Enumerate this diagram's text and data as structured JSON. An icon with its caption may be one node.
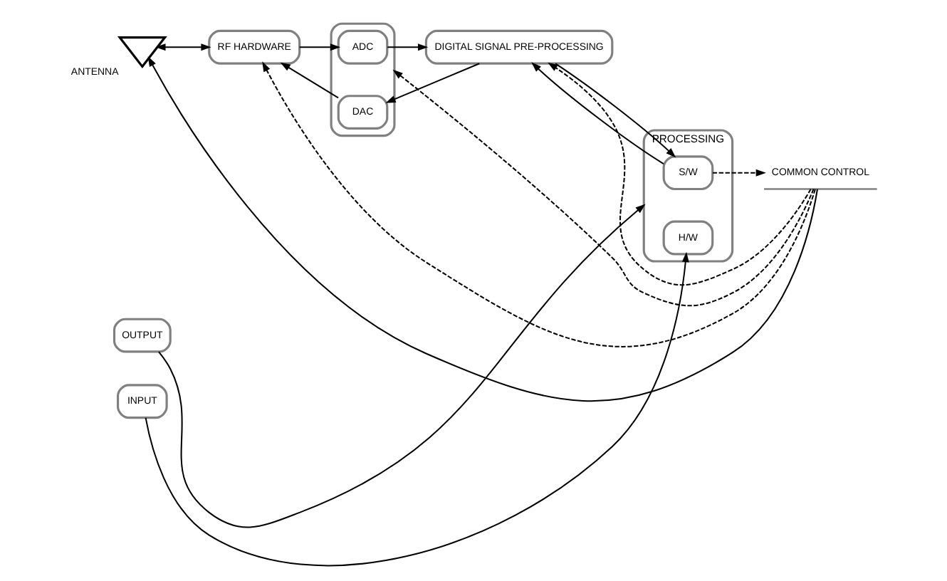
{
  "diagram": {
    "nodes": [
      {
        "text": [],
        "shape": "picture",
        "beside": [
          "ANTENNA"
        ]
      },
      {
        "text": [
          "RF HARDWARE"
        ]
      },
      {
        "text": [],
        "shape": "box"
      },
      {
        "text": [
          "ADC"
        ],
        "in": 2
      },
      {
        "text": [
          "DAC"
        ],
        "in": 2
      },
      {
        "text": [
          "DIGITAL SIGNAL PRE-PROCESSING"
        ]
      },
      {
        "text": [
          "PROCESSING"
        ]
      },
      {
        "text": [
          "S/W"
        ],
        "in": 6
      },
      {
        "text": [
          "H/W"
        ],
        "in": 6
      },
      {
        "text": [
          "OUTPUT"
        ]
      },
      {
        "text": [
          "INPUT"
        ]
      },
      {
        "text": [
          "COMMON CONTROL"
        ]
      }
    ],
    "edges": [
      {
        "from": 0,
        "to": 1,
        "arrow": "both"
      },
      {
        "from": 11,
        "to": 0,
        "arrow": "to"
      },
      {
        "from": 1,
        "to": 3,
        "arrow": "to"
      },
      {
        "from": 4,
        "to": 1,
        "arrow": "to"
      },
      {
        "from": 3,
        "to": 5,
        "arrow": "to"
      },
      {
        "from": 5,
        "to": 4,
        "arrow": "to"
      },
      {
        "from": 5,
        "to": 7,
        "arrow": "to"
      },
      {
        "from": 7,
        "to": 5,
        "arrow": "to"
      },
      {
        "from": 9,
        "to": 6,
        "arrow": "to"
      },
      {
        "from": 10,
        "to": 8,
        "arrow": "to"
      },
      {
        "from": 11,
        "to": 1,
        "arrow": "to",
        "style": "dashed"
      },
      {
        "from": 11,
        "to": 2,
        "arrow": "to",
        "style": "dashed"
      },
      {
        "from": 11,
        "to": 5,
        "arrow": "to",
        "style": "dashed"
      },
      {
        "from": 7,
        "to": 11,
        "arrow": "to",
        "style": "dashed"
      }
    ]
  }
}
